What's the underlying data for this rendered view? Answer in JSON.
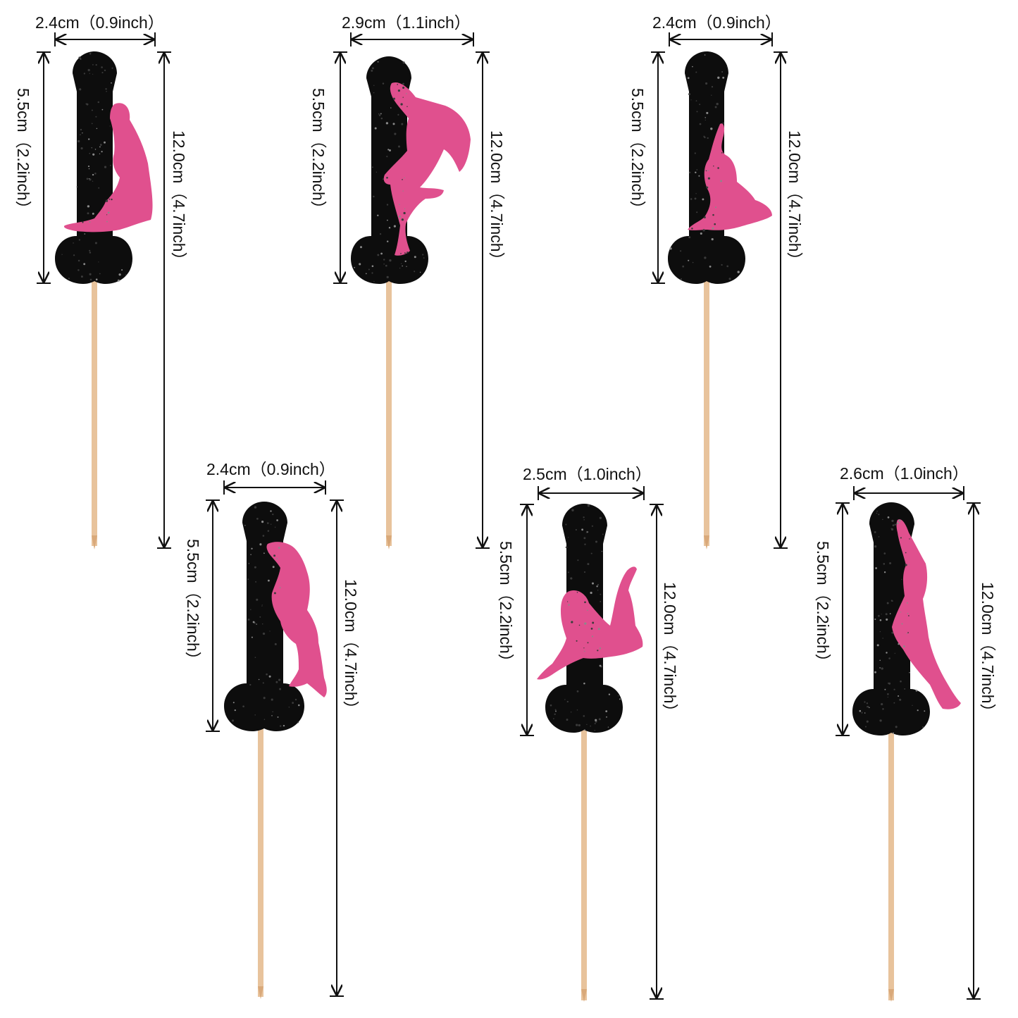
{
  "colors": {
    "background": "#ffffff",
    "topper_black": "#0d0d0d",
    "glitter": "#3a3a3a",
    "figure_pink": "#e0508e",
    "figure_highlight": "#f59ac2",
    "stick": "#e8c39c",
    "stick_tip": "#d9a97a",
    "dimension_line": "#111111"
  },
  "icons": {
    "topper": "glitter-cake-topper-icon",
    "figure": "pole-dancer-silhouette-icon",
    "stick": "wooden-pick-icon"
  },
  "toppers": [
    {
      "width_label": "2.4cm（0.9inch）",
      "head_height_label": "5.5cm（2.2inch）",
      "total_height_label": "12.0cm（4.7inch）"
    },
    {
      "width_label": "2.9cm（1.1inch）",
      "head_height_label": "5.5cm（2.2inch）",
      "total_height_label": "12.0cm（4.7inch）"
    },
    {
      "width_label": "2.4cm（0.9inch）",
      "head_height_label": "5.5cm（2.2inch）",
      "total_height_label": "12.0cm（4.7inch）"
    },
    {
      "width_label": "2.4cm（0.9inch）",
      "head_height_label": "5.5cm（2.2inch）",
      "total_height_label": "12.0cm（4.7inch）"
    },
    {
      "width_label": "2.5cm（1.0inch）",
      "head_height_label": "5.5cm（2.2inch）",
      "total_height_label": "12.0cm（4.7inch）"
    },
    {
      "width_label": "2.6cm（1.0inch）",
      "head_height_label": "5.5cm（2.2inch）",
      "total_height_label": "12.0cm（4.7inch）"
    }
  ]
}
